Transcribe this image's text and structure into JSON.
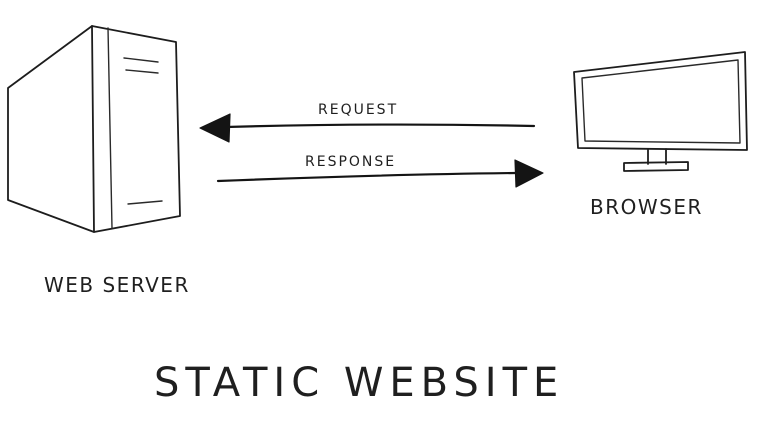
{
  "diagram": {
    "title": "STATIC WEBSITE",
    "nodes": {
      "server": {
        "label": "WEB SERVER",
        "icon": "server-tower-icon"
      },
      "browser": {
        "label": "BROWSER",
        "icon": "monitor-icon"
      }
    },
    "edges": {
      "request": {
        "label": "REQUEST",
        "from": "BROWSER",
        "to": "WEB SERVER"
      },
      "response": {
        "label": "RESPONSE",
        "from": "WEB SERVER",
        "to": "BROWSER"
      }
    },
    "colors": {
      "ink": "#1d1d1d",
      "background": "#ffffff"
    }
  }
}
